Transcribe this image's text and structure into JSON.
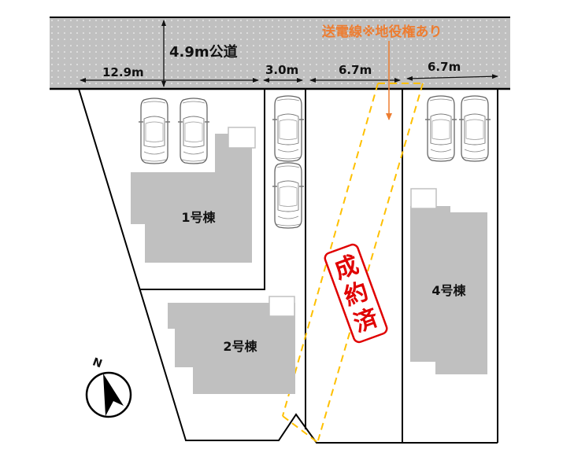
{
  "road": {
    "label": "4.9m公道",
    "fill": "#c0c0c0",
    "dims": [
      {
        "id": "dim-12-9",
        "label": "12.9m"
      },
      {
        "id": "dim-3-0",
        "label": "3.0m"
      },
      {
        "id": "dim-6-7-a",
        "label": "6.7m"
      },
      {
        "id": "dim-6-7-b",
        "label": "6.7m"
      }
    ]
  },
  "annotation": {
    "power_line": "送電線※地役権あり",
    "color": "#ED7D31",
    "easement_color": "#FFC000"
  },
  "lots": [
    {
      "id": "lot-1",
      "label": "1号棟"
    },
    {
      "id": "lot-2",
      "label": "2号棟"
    },
    {
      "id": "lot-3",
      "label": "成約済"
    },
    {
      "id": "lot-4",
      "label": "4号棟"
    }
  ],
  "stamp": {
    "chars": [
      "成",
      "約",
      "済"
    ],
    "color": "#e00000"
  },
  "compass": {
    "label": "N"
  },
  "colors": {
    "building": "#c0c0c0",
    "boundary": "#000000"
  }
}
